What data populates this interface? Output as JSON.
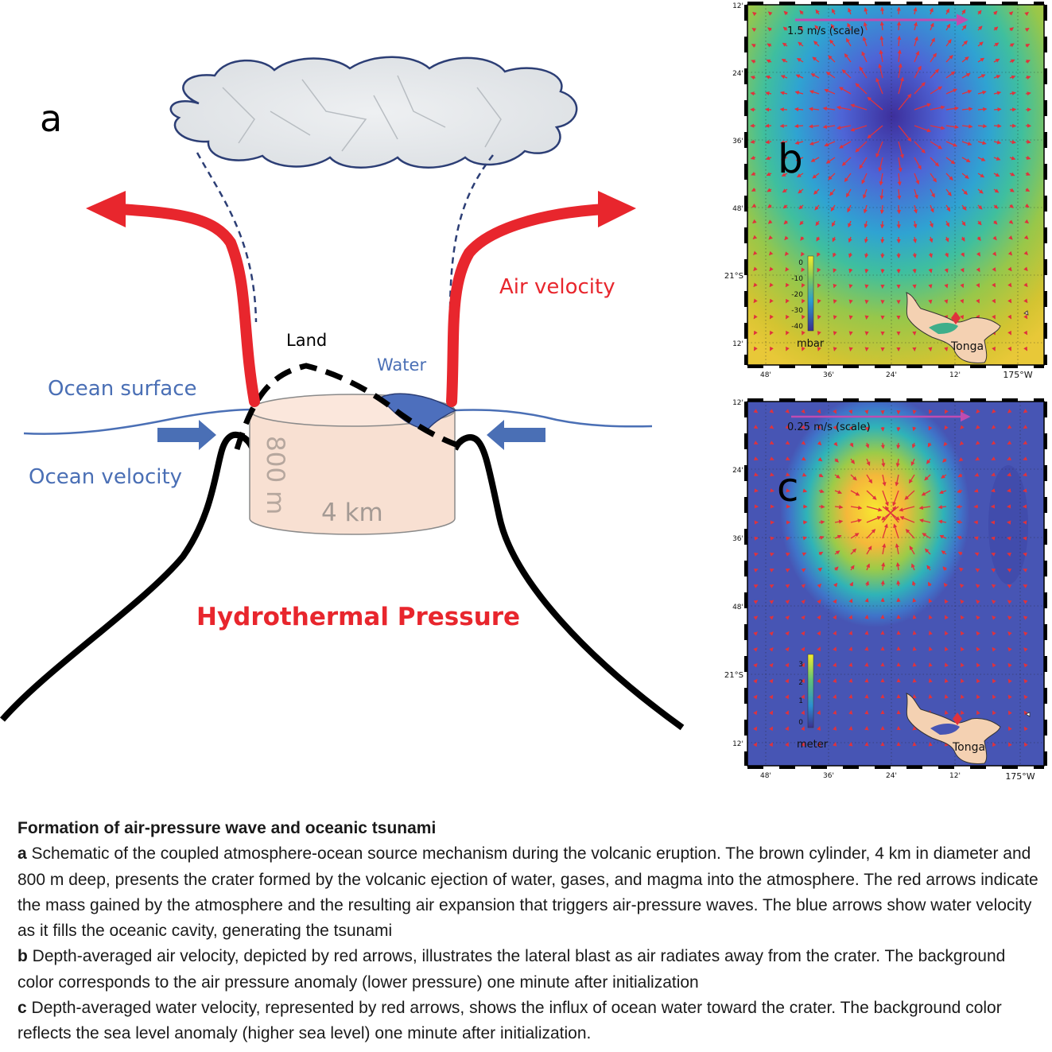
{
  "panel_a": {
    "label": "a",
    "land": "Land",
    "water": "Water",
    "ocean_surface": "Ocean surface",
    "ocean_velocity": "Ocean velocity",
    "air_velocity": "Air velocity",
    "depth": "800 m",
    "diameter": "4 km",
    "pressure": "Hydrothermal Pressure"
  },
  "panel_b": {
    "label": "b",
    "scale": "1.5 m/s (scale)",
    "lat_ticks": [
      "12'",
      "24'",
      "36'",
      "48'",
      "21°S",
      "12'"
    ],
    "lon_ticks": [
      "48'",
      "36'",
      "24'",
      "12'",
      "175°W"
    ],
    "colorbar_ticks": [
      "0",
      "-10",
      "-20",
      "-30",
      "-40"
    ],
    "colorbar_unit": "mbar",
    "place": "Tonga"
  },
  "panel_c": {
    "label": "c",
    "scale": "0.25 m/s  (scale)",
    "lat_ticks": [
      "12'",
      "24'",
      "36'",
      "48'",
      "21°S",
      "12'"
    ],
    "lon_ticks": [
      "48'",
      "36'",
      "24'",
      "12'",
      "175°W"
    ],
    "colorbar_ticks": [
      "3",
      "2",
      "1",
      "0"
    ],
    "colorbar_unit": "meter",
    "place": "Tonga"
  },
  "caption": {
    "title": "Formation of air-pressure wave and oceanic tsunami",
    "a_label": "a",
    "a_text": " Schematic of the coupled atmosphere-ocean source mechanism during the volcanic eruption. The brown cylinder, 4 km in diameter and 800 m deep, presents the crater formed by the volcanic ejection of water, gases, and magma into the atmosphere. The red arrows indicate the mass gained by the atmosphere and the resulting air expansion that triggers air-pressure waves. The blue arrows show water velocity as it fills the oceanic cavity, generating the tsunami",
    "b_label": "b",
    "b_text": " Depth-averaged air velocity, depicted by red arrows, illustrates the lateral blast as air radiates away from the crater. The background color corresponds to the air pressure anomaly (lower pressure) one minute after initialization",
    "c_label": "c",
    "c_text": " Depth-averaged water velocity, represented by red arrows, shows the influx of ocean water toward the crater. The background color reflects the sea level anomaly (higher sea level) one minute after initialization."
  }
}
